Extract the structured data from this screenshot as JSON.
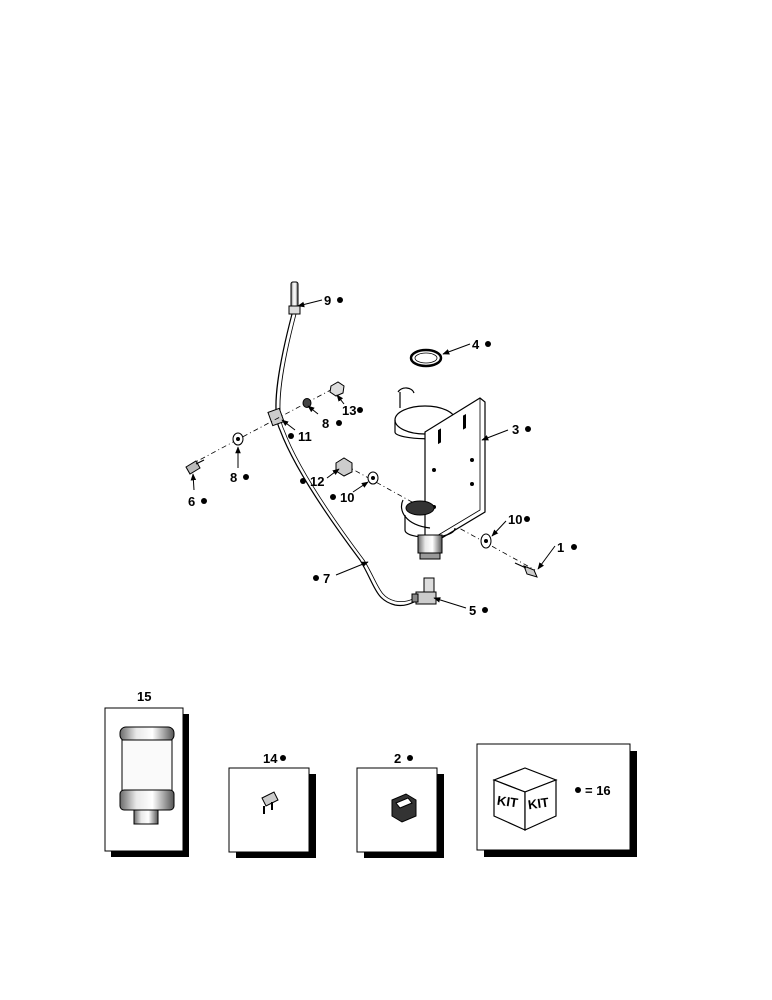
{
  "callouts": {
    "c9": "9",
    "c4": "4",
    "c13": "13",
    "c8a": "8",
    "c11": "11",
    "c3": "3",
    "c8b": "8",
    "c6": "6",
    "c12": "12",
    "c10a": "10",
    "c10b": "10",
    "c1": "1",
    "c7": "7",
    "c5": "5",
    "c15": "15",
    "c14": "14",
    "c2": "2"
  },
  "legend": {
    "kit_word": "KIT",
    "kit_ref": "= 16"
  },
  "colors": {
    "ink": "#000000",
    "paper": "#ffffff",
    "shadow": "#000000"
  }
}
